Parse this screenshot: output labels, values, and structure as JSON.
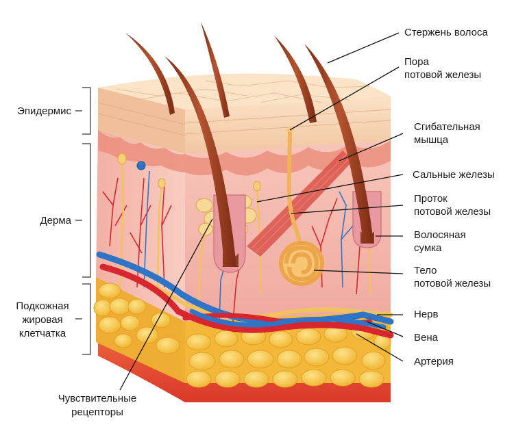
{
  "left_labels": {
    "epidermis": "Эпидермис",
    "dermis": "Дерма",
    "subcutaneous": [
      "Подкожная",
      "жировая",
      "клетчатка"
    ]
  },
  "right_labels": {
    "hair_shaft": [
      "Стержень волоса"
    ],
    "sweat_pore": [
      "Пора",
      "потовой железы"
    ],
    "arrector_muscle": [
      "Сгибательная",
      "мышца"
    ],
    "sebaceous_glands": [
      "Сальные железы"
    ],
    "sweat_duct": [
      "Проток",
      "потовой железы"
    ],
    "hair_follicle": [
      "Волосяная",
      "сумка"
    ],
    "sweat_gland_body": [
      "Тело",
      "потовой железы"
    ],
    "nerve": [
      "Нерв"
    ],
    "vein": [
      "Вена"
    ],
    "artery": [
      "Артерия"
    ]
  },
  "bottom_labels": {
    "sensory_receptors": [
      "Чувствительные",
      "рецепторы"
    ]
  },
  "colors": {
    "epidermis": "#f7d3b3",
    "dermis": "#f4b9ad",
    "fat": "#f7c444",
    "fat_base": "#e8553a",
    "hair": "#a3452a",
    "vein": "#2f74c6",
    "artery": "#d8262e",
    "nerve": "#f1c35a",
    "sweat_gland": "#f0b35a"
  }
}
